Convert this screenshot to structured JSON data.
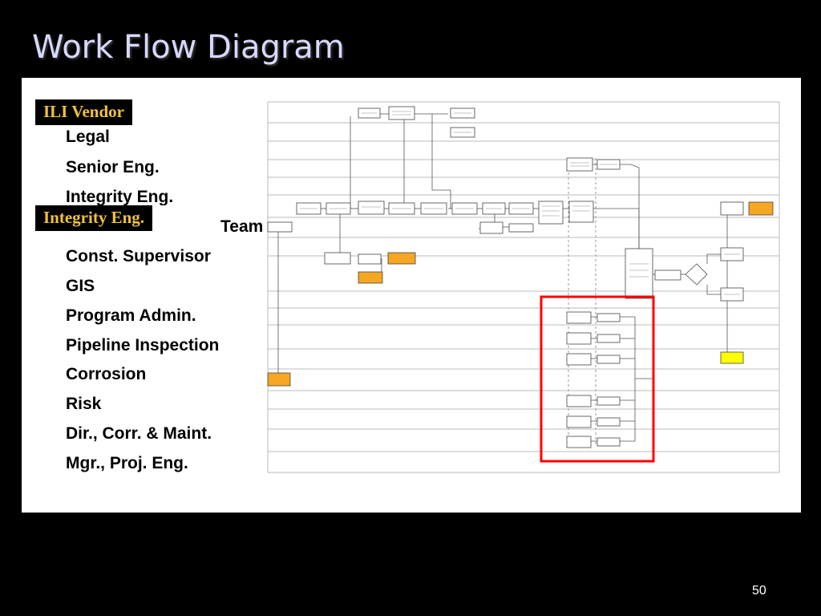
{
  "slide": {
    "title": "Work Flow Diagram",
    "page_number": "50"
  },
  "roles": [
    "Legal",
    "Senior Eng.",
    "Integrity Eng.",
    "Team",
    "Const. Supervisor",
    "GIS",
    "Program Admin.",
    "Pipeline Inspection",
    "Corrosion",
    "Risk",
    "Dir., Corr. & Maint.",
    "Mgr., Proj. Eng."
  ],
  "tags": {
    "vendor": "ILI Vendor",
    "integrity": "Integrity Eng."
  },
  "colors": {
    "background": "#000000",
    "title": "#d8d8ff",
    "tag_text": "#f0c23c",
    "highlight": "#ff0000",
    "orange_box": "#f5a623",
    "yellow_box": "#ffff00"
  }
}
